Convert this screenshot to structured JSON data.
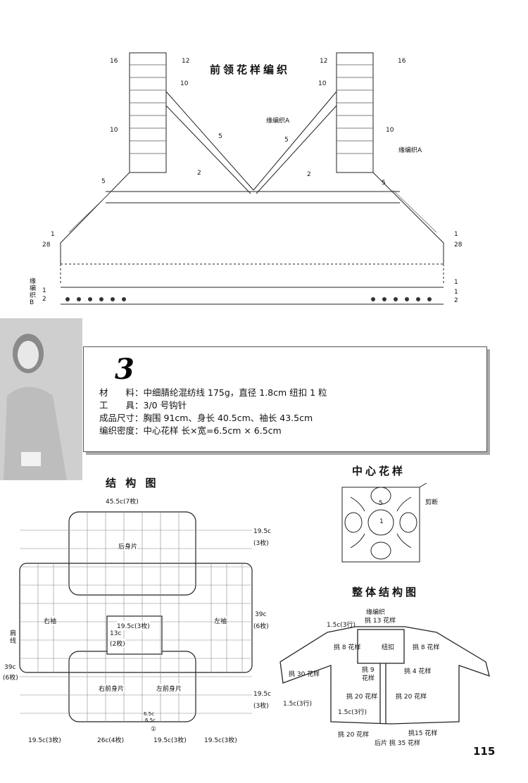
{
  "top_chart": {
    "title": "前领花样编织",
    "label_edge_a_1": "缘编织A",
    "label_edge_a_2": "缘编织A",
    "label_edge_b": [
      "缘",
      "编",
      "织",
      "B"
    ],
    "row_labels": {
      "r16": "16",
      "r12": "12",
      "r10": "10",
      "r5": "5",
      "r2": "2",
      "r1": "1",
      "r28": "28"
    }
  },
  "info": {
    "number": "3",
    "material_label": "材　　料：",
    "material_value": "中细腈纶混纺线 175g，直径 1.8cm 纽扣 1 粒",
    "tool_label": "工　　具：",
    "tool_value": "3/0 号钩针",
    "size_label": "成品尺寸：",
    "size_value": "胸围 91cm、身长 40.5cm、袖长 43.5cm",
    "gauge_label": "编织密度：",
    "gauge_value": "中心花样  长×宽=6.5cm × 6.5cm"
  },
  "structure": {
    "title": "结 构 图",
    "top_width": "45.5c(7枚)",
    "back_label": "后身片",
    "right_sleeve": "右袖",
    "left_sleeve": "左袖",
    "right_front": "右前身片",
    "left_front": "左前身片",
    "shoulder_line": [
      "肩",
      "线"
    ],
    "neck_w": "19.5c(3枚)",
    "neck_h": "13c",
    "neck_h2": "(2枚)",
    "dim_right_top": "19.5c",
    "dim_right_top2": "(3枚)",
    "dim_right_mid": "39c",
    "dim_right_mid2": "(6枚)",
    "dim_right_bot": "19.5c",
    "dim_right_bot2": "(3枚)",
    "dim_left": "39c",
    "dim_left2": "(6枚)",
    "bottom_dims": [
      "19.5c(3枚)",
      "26c(4枚)",
      "19.5c(3枚)",
      "19.5c(3枚)"
    ],
    "small_dim": "6.5c",
    "small_dim2": "6.5c",
    "circle_mark": "①"
  },
  "center_motif": {
    "title": "中心花样",
    "cut_label": "剪断",
    "number_5": "5",
    "number_1": "1"
  },
  "overall": {
    "title": "整体结构图",
    "edge_label": "缘编织",
    "pick_13": "挑 13 花样",
    "r1_5_3": "1.5c(3行)",
    "pick_8_l": "挑 8 花样",
    "button": "纽扣",
    "pick_8_r": "挑 8 花样",
    "pick_9": "挑 9",
    "pick_9b": "花样",
    "pick_4": "挑 4 花样",
    "pick_30": "挑 30 花样",
    "pick_20a": "挑 20 花样",
    "pick_20b": "挑 20 花样",
    "r1_5_3b": "1.5c(3行)",
    "r1_5_3c": "1.5c(3行)",
    "pick_20c": "挑 20 花样",
    "pick_15": "挑15 花样",
    "pick_35": "后片 挑 35 花样"
  },
  "page_number": "115"
}
